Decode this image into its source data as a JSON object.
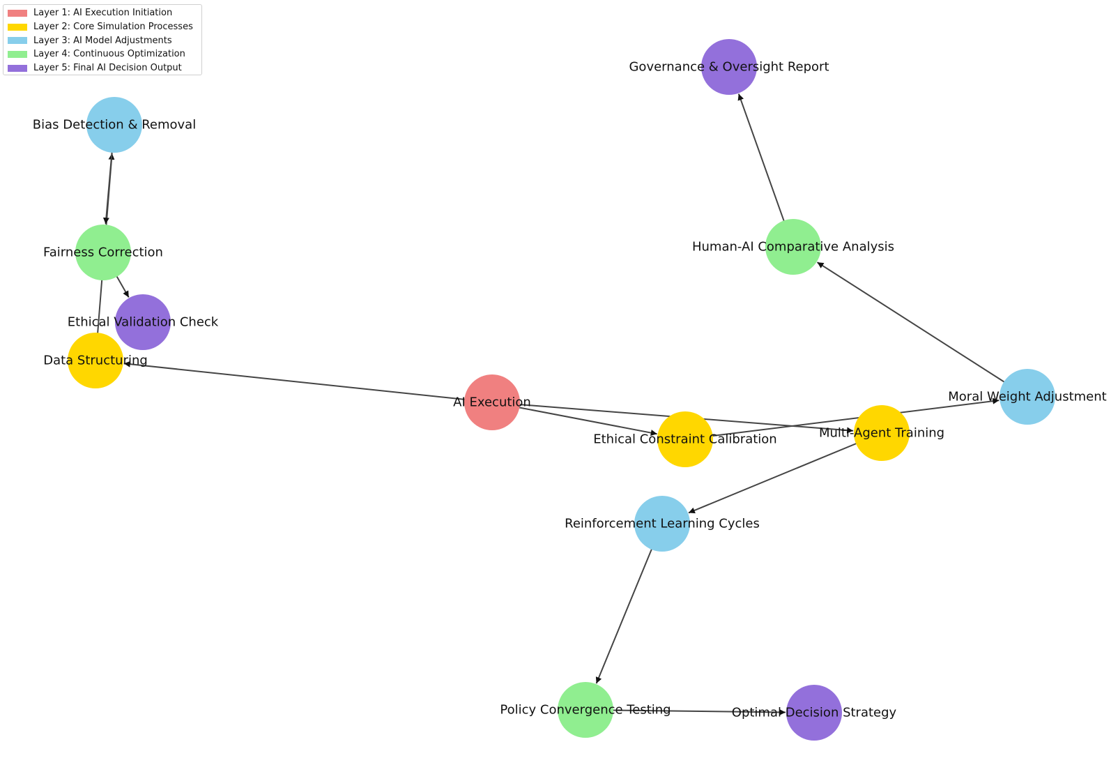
{
  "legend": [
    {
      "label": "Layer 1: AI Execution Initiation",
      "color": "#F08080"
    },
    {
      "label": "Layer 2: Core Simulation Processes",
      "color": "#FFD700"
    },
    {
      "label": "Layer 3: AI Model Adjustments",
      "color": "#87CEEB"
    },
    {
      "label": "Layer 4: Continuous Optimization",
      "color": "#90EE90"
    },
    {
      "label": "Layer 5: Final AI Decision Output",
      "color": "#9370DB"
    }
  ],
  "nodes": [
    {
      "id": "ai",
      "label": "AI Execution",
      "layer": 1
    },
    {
      "id": "ds",
      "label": "Data Structuring",
      "layer": 2
    },
    {
      "id": "ecc",
      "label": "Ethical Constraint Calibration",
      "layer": 2
    },
    {
      "id": "mat",
      "label": "Multi-Agent Training",
      "layer": 2
    },
    {
      "id": "bdr",
      "label": "Bias Detection & Removal",
      "layer": 3
    },
    {
      "id": "mwa",
      "label": "Moral Weight Adjustment",
      "layer": 3
    },
    {
      "id": "rlc",
      "label": "Reinforcement Learning Cycles",
      "layer": 3
    },
    {
      "id": "fc",
      "label": "Fairness Correction",
      "layer": 4
    },
    {
      "id": "hai",
      "label": "Human-AI Comparative Analysis",
      "layer": 4
    },
    {
      "id": "pct",
      "label": "Policy Convergence Testing",
      "layer": 4
    },
    {
      "id": "evc",
      "label": "Ethical Validation Check",
      "layer": 5
    },
    {
      "id": "gor",
      "label": "Governance & Oversight Report",
      "layer": 5
    },
    {
      "id": "ods",
      "label": "Optimal Decision Strategy",
      "layer": 5
    }
  ],
  "edges": [
    {
      "from": "ai",
      "to": "ds"
    },
    {
      "from": "ai",
      "to": "ecc"
    },
    {
      "from": "ai",
      "to": "mat"
    },
    {
      "from": "ds",
      "to": "bdr"
    },
    {
      "from": "bdr",
      "to": "fc"
    },
    {
      "from": "fc",
      "to": "evc"
    },
    {
      "from": "ecc",
      "to": "mwa"
    },
    {
      "from": "mwa",
      "to": "hai"
    },
    {
      "from": "hai",
      "to": "gor"
    },
    {
      "from": "mat",
      "to": "rlc"
    },
    {
      "from": "rlc",
      "to": "pct"
    },
    {
      "from": "pct",
      "to": "ods"
    }
  ]
}
